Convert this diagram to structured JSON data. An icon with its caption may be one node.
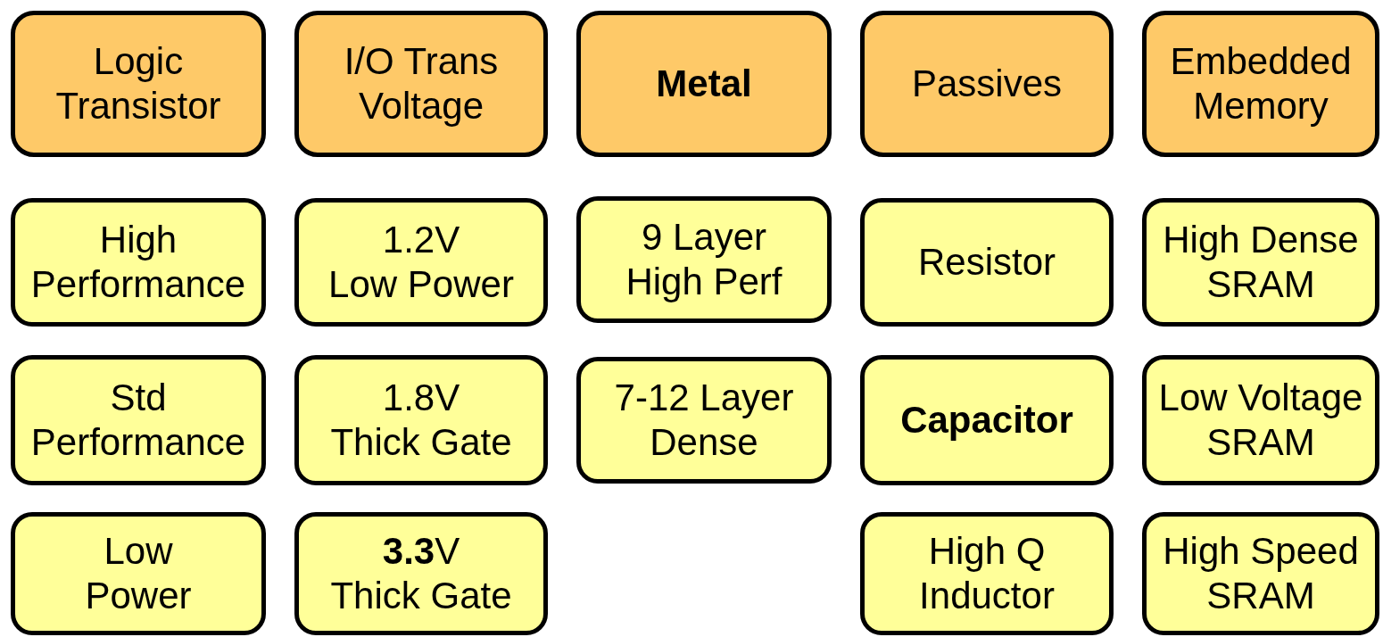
{
  "diagram": {
    "nodes": [
      {
        "text": [
          "Logic Transistor"
        ]
      },
      {
        "text": [
          "I/O Trans Voltage"
        ]
      },
      {
        "text": [
          "Metal"
        ]
      },
      {
        "text": [
          "Passives"
        ]
      },
      {
        "text": [
          "Embedded Memory"
        ]
      },
      {
        "text": [
          "High Performance"
        ]
      },
      {
        "text": [
          "1.2V Low Power"
        ]
      },
      {
        "text": [
          "9 Layer High Perf"
        ]
      },
      {
        "text": [
          "Resistor"
        ]
      },
      {
        "text": [
          "High Dense SRAM"
        ]
      },
      {
        "text": [
          "Std Performance"
        ]
      },
      {
        "text": [
          "1.8V Thick Gate"
        ]
      },
      {
        "text": [
          "7-12 Layer Dense"
        ]
      },
      {
        "text": [
          "Capacitor"
        ]
      },
      {
        "text": [
          "Low Voltage SRAM"
        ]
      },
      {
        "text": [
          "Low Power"
        ]
      },
      {
        "text": [
          "**3.3**V Thick Gate"
        ]
      },
      {
        "text": [
          "High Q Inductor"
        ]
      },
      {
        "text": [
          "High Speed SRAM"
        ]
      }
    ]
  }
}
